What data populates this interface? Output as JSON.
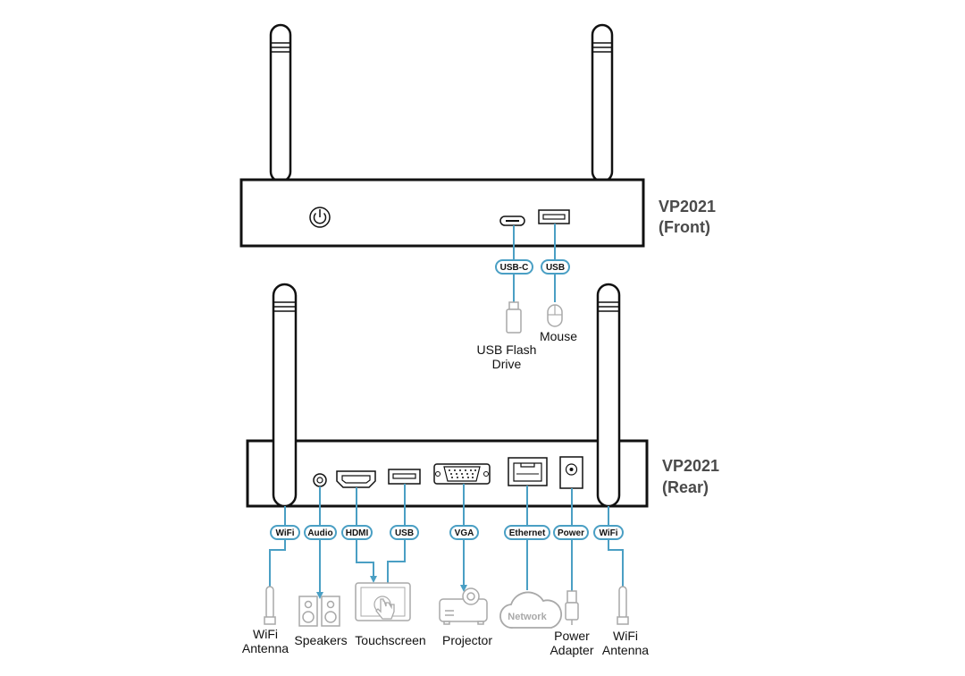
{
  "front": {
    "title_line1": "VP2021",
    "title_line2": "(Front)",
    "ports": {
      "usbc": "USB-C",
      "usb": "USB"
    },
    "devices": {
      "flash_line1": "USB Flash",
      "flash_line2": "Drive",
      "mouse": "Mouse"
    }
  },
  "rear": {
    "title_line1": "VP2021",
    "title_line2": "(Rear)",
    "ports": {
      "wifi_left": "WiFi",
      "audio": "Audio",
      "hdmi": "HDMI",
      "usb": "USB",
      "vga": "VGA",
      "ethernet": "Ethernet",
      "power": "Power",
      "wifi_right": "WiFi"
    },
    "devices": {
      "wifi_left_line1": "WiFi",
      "wifi_left_line2": "Antenna",
      "speakers": "Speakers",
      "touchscreen": "Touchscreen",
      "projector": "Projector",
      "network": "Network",
      "power_line1": "Power",
      "power_line2": "Adapter",
      "wifi_right_line1": "WiFi",
      "wifi_right_line2": "Antenna"
    }
  },
  "colors": {
    "accent_blue": "#4a9fc4",
    "device_gray": "#a9a9a9",
    "outline": "#111111"
  }
}
